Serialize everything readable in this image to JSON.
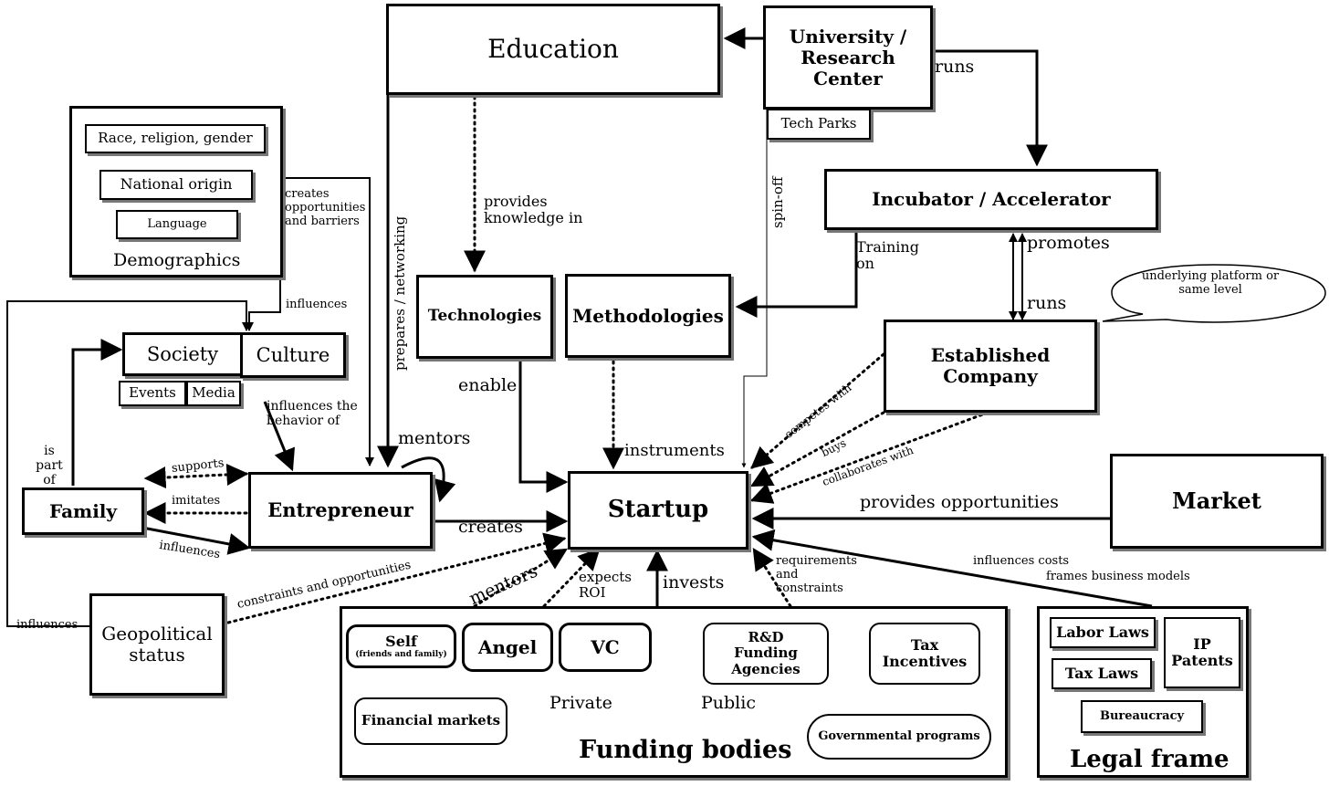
{
  "nodes": {
    "education": "Education",
    "university": "University / Research Center",
    "tech_parks": "Tech Parks",
    "incubator": "Incubator / Accelerator",
    "established": "Established Company",
    "market": "Market",
    "startup": "Startup",
    "entrepreneur": "Entrepreneur",
    "family": "Family",
    "society": "Society",
    "culture": "Culture",
    "events": "Events",
    "media": "Media",
    "technologies": "Technologies",
    "methodologies": "Methodologies",
    "geopolitical": "Geopolitical status",
    "demographics": {
      "title": "Demographics",
      "race": "Race, religion, gender",
      "national": "National origin",
      "language": "Language"
    },
    "callout": "underlying platform or same level",
    "funding": {
      "title": "Funding bodies",
      "self": "Self",
      "self_sub": "(friends and family)",
      "angel": "Angel",
      "vc": "VC",
      "financial": "Financial markets",
      "private": "Private",
      "public": "Public",
      "rnd": "R&D Funding Agencies",
      "tax_incentives": "Tax Incentives",
      "gov": "Governmental programs"
    },
    "legal": {
      "title": "Legal frame",
      "labor": "Labor Laws",
      "tax": "Tax Laws",
      "ip": "IP Patents",
      "bureaucracy": "Bureaucracy"
    }
  },
  "edges": {
    "runs_uni": "runs",
    "spin_off": "spin-off",
    "prepares": "prepares / networking",
    "provides_knowledge": "provides knowledge in",
    "creates_opps": "creates opportunities and barriers",
    "influences_culture": "influences",
    "training": "Training on",
    "promotes": "promotes",
    "runs_inc": "runs",
    "enable": "enable",
    "instruments": "instruments",
    "mentors_self": "mentors",
    "influences_behavior": "influences the behavior of",
    "is_part_of": "is part of",
    "supports": "supports",
    "imitates": "imitates",
    "influences_family": "influences",
    "creates": "creates",
    "competes": "competes with",
    "buys": "buys",
    "collaborates": "collaborates with",
    "provides_opps": "provides opportunities",
    "influences_costs": "influences costs",
    "frames_models": "frames business models",
    "requirements": "requirements and constraints",
    "invests": "invests",
    "expects": "expects ROI",
    "mentors_funding": "mentors",
    "constraints": "constraints and opportunities",
    "influences_geo": "influences"
  }
}
